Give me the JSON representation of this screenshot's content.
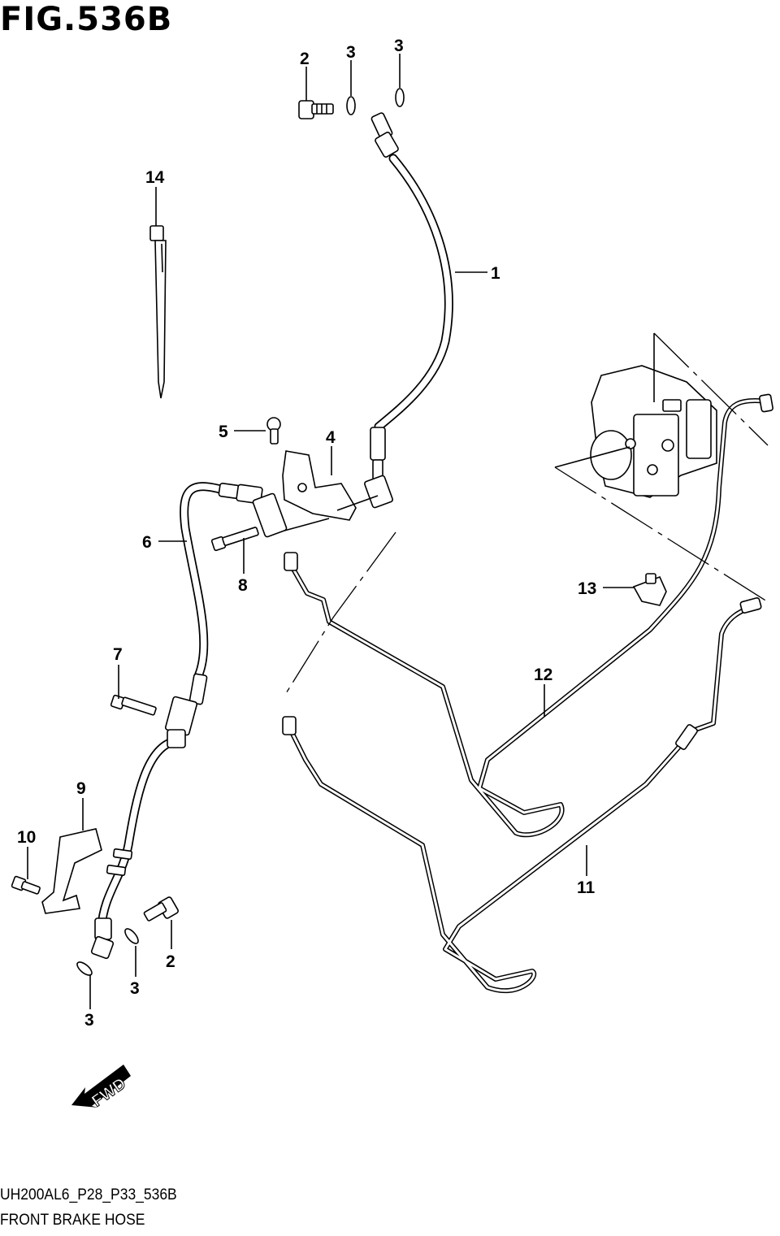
{
  "figure": {
    "title": "FIG.536B",
    "code": "UH200AL6_P28_P33_536B",
    "name": "FRONT BRAKE HOSE",
    "direction_badge": "FWD"
  },
  "callouts": [
    {
      "id": "c1",
      "label": "1"
    },
    {
      "id": "c2a",
      "label": "2"
    },
    {
      "id": "c2b",
      "label": "2"
    },
    {
      "id": "c3a",
      "label": "3"
    },
    {
      "id": "c3b",
      "label": "3"
    },
    {
      "id": "c3c",
      "label": "3"
    },
    {
      "id": "c3d",
      "label": "3"
    },
    {
      "id": "c4",
      "label": "4"
    },
    {
      "id": "c5",
      "label": "5"
    },
    {
      "id": "c6",
      "label": "6"
    },
    {
      "id": "c7",
      "label": "7"
    },
    {
      "id": "c8",
      "label": "8"
    },
    {
      "id": "c9",
      "label": "9"
    },
    {
      "id": "c10",
      "label": "10"
    },
    {
      "id": "c11",
      "label": "11"
    },
    {
      "id": "c12",
      "label": "12"
    },
    {
      "id": "c13",
      "label": "13"
    },
    {
      "id": "c14",
      "label": "14"
    }
  ]
}
